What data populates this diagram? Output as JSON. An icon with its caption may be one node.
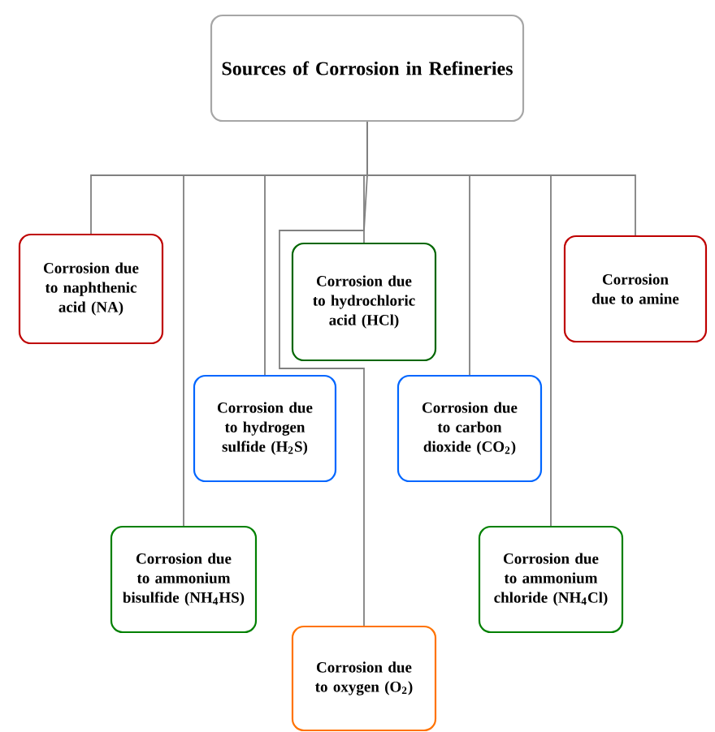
{
  "diagram": {
    "nodes": [
      {
        "text": [
          "Sources of Corrosion in Refineries"
        ]
      },
      {
        "text": [
          "Corrosion due to naphthenic acid (NA)"
        ]
      },
      {
        "text": [
          "Corrosion due to hydrochloric acid (HCl)"
        ]
      },
      {
        "text": [
          "Corrosion due to amine"
        ]
      },
      {
        "text": [
          "Corrosion due to hydrogen sulfide (H$_{2}$S)"
        ]
      },
      {
        "text": [
          "Corrosion due to carbon dioxide (CO$_{2}$)"
        ]
      },
      {
        "text": [
          "Corrosion due to ammonium bisulfide (NH$_{4}$HS)"
        ]
      },
      {
        "text": [
          "Corrosion due to ammonium chloride (NH$_{4}$Cl)"
        ]
      },
      {
        "text": [
          "Corrosion due to oxygen (O$_{2}$)"
        ]
      }
    ],
    "edges": [
      {
        "from": 0,
        "to": 1,
        "arrow": "none"
      },
      {
        "from": 0,
        "to": 6,
        "arrow": "none"
      },
      {
        "from": 0,
        "to": 4,
        "arrow": "none"
      },
      {
        "from": 0,
        "to": 2,
        "arrow": "none"
      },
      {
        "from": 0,
        "to": 8,
        "arrow": "none"
      },
      {
        "from": 0,
        "to": 5,
        "arrow": "none"
      },
      {
        "from": 0,
        "to": 7,
        "arrow": "none"
      },
      {
        "from": 0,
        "to": 3,
        "arrow": "none"
      }
    ]
  }
}
